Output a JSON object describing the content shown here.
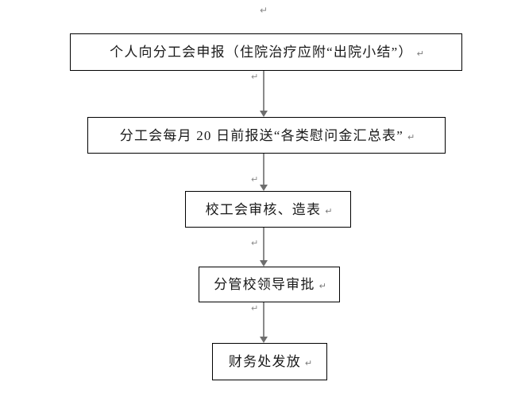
{
  "diagram": {
    "type": "flowchart",
    "orientation": "top-to-bottom",
    "title": "",
    "return_mark": "↵",
    "top_mark": "↵",
    "colors": {
      "background": "#ffffff",
      "box_border": "#000000",
      "text": "#1a1a1a",
      "connector": "#8a8a8a",
      "arrowhead": "#6e6e6e",
      "mark": "#7a7a7a"
    },
    "nodes": [
      {
        "id": "node-1",
        "label": "个人向分工会申报（住院治疗应附“出院小结”）",
        "mark": "↵"
      },
      {
        "id": "node-2",
        "label": "分工会每月 20 日前报送“各类慰问金汇总表”",
        "mark": "↵"
      },
      {
        "id": "node-3",
        "label": "校工会审核、造表",
        "mark": "↵"
      },
      {
        "id": "node-4",
        "label": "分管校领导审批",
        "mark": "↵"
      },
      {
        "id": "node-5",
        "label": "财务处发放",
        "mark": "↵"
      }
    ],
    "connectors": [
      {
        "id": "conn-1",
        "from": "node-1",
        "to": "node-2",
        "style": "arrow-down",
        "mark": "↵"
      },
      {
        "id": "conn-2",
        "from": "node-2",
        "to": "node-3",
        "style": "arrow-down",
        "mark": "↵"
      },
      {
        "id": "conn-3",
        "from": "node-3",
        "to": "node-4",
        "style": "arrow-down",
        "mark": "↵"
      },
      {
        "id": "conn-4",
        "from": "node-4",
        "to": "node-5",
        "style": "arrow-down",
        "mark": "↵"
      }
    ]
  }
}
